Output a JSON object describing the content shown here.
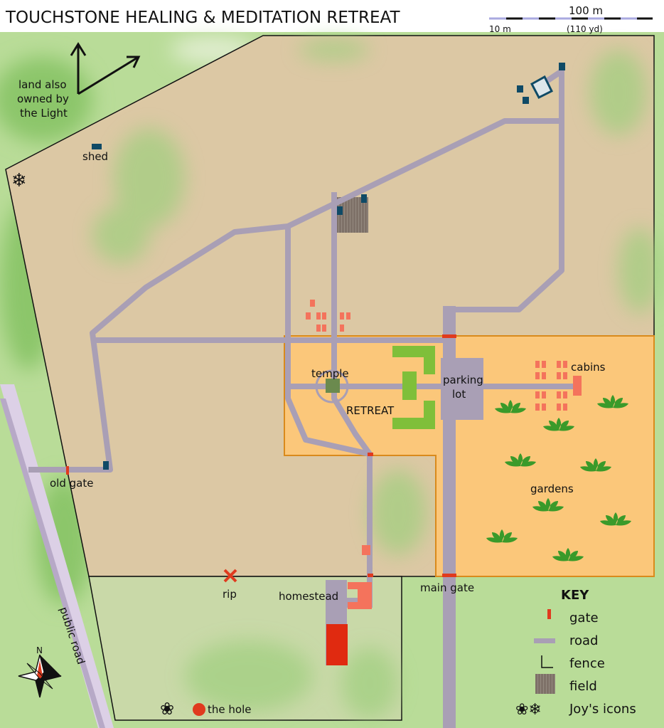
{
  "title": "TOUCHSTONE HEALING & MEDITATION RETREAT",
  "scale": {
    "main": "100 m",
    "small": "10 m",
    "imperial": "(110 yd)"
  },
  "labels": {
    "land_note": [
      "land also",
      "owned by",
      "the Light"
    ],
    "shed": "shed",
    "temple": "temple",
    "retreat": "RETREAT",
    "parking": [
      "parking",
      "lot"
    ],
    "cabins": "cabins",
    "gardens": "gardens",
    "old_gate": "old gate",
    "rip": "rip",
    "homestead": "homestead",
    "main_gate": "main gate",
    "hole": "the hole",
    "public_road": "public road",
    "north": "N"
  },
  "key": {
    "title": "KEY",
    "items": [
      "gate",
      "road",
      "fence",
      "field",
      "Joy's icons"
    ]
  },
  "colors": {
    "road": "#a99fb5",
    "gate": "#e03a1e",
    "retreat": "#fbc77a",
    "land": "#dcc8a4",
    "green": "#9fcf7e",
    "cabin": "#f4735c",
    "field": "#7e7168"
  }
}
